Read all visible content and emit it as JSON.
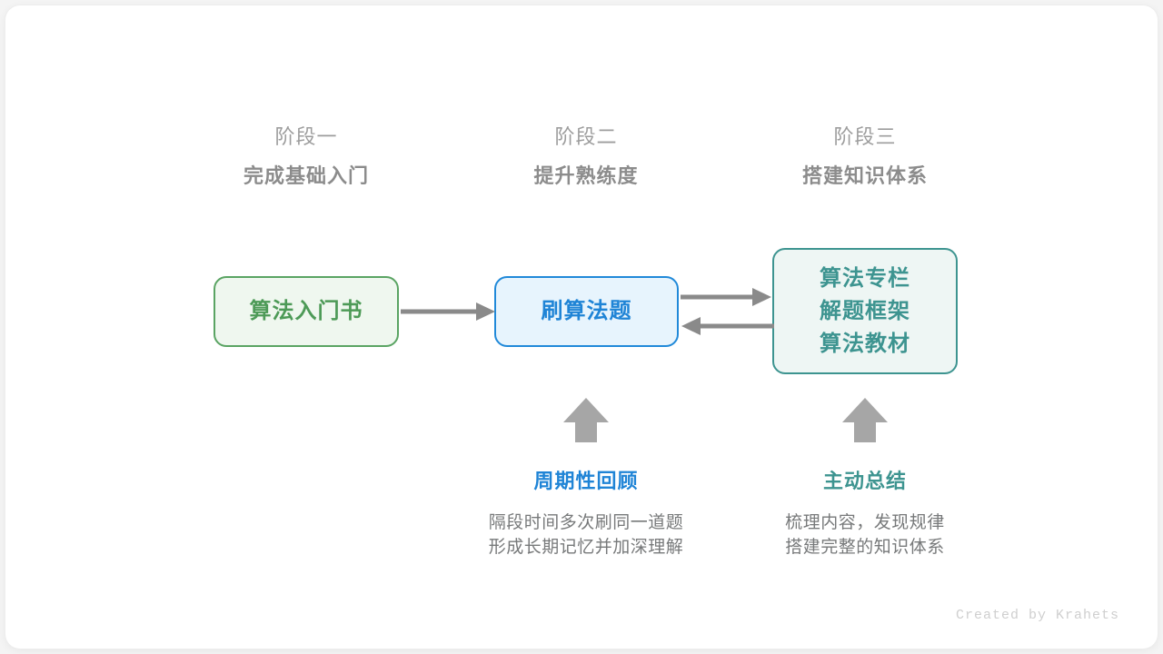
{
  "page": {
    "background": "#f4f4f4",
    "card_background": "#ffffff",
    "credit": "Created by Krahets"
  },
  "colors": {
    "green": "#4d9a57",
    "green_border": "#5aa463",
    "green_fill": "#eff7ef",
    "blue": "#1f84d6",
    "blue_border": "#2089d9",
    "blue_fill": "#e7f4fd",
    "teal": "#3d9490",
    "teal_border": "#3d9490",
    "teal_fill": "#eef6f4",
    "arrow_gray": "#8a8a8a",
    "header_gray": "#9d9d9d",
    "title_gray": "#8c8c8c",
    "body_gray": "#77797a"
  },
  "stages": [
    {
      "label": "阶段一",
      "title": "完成基础入门"
    },
    {
      "label": "阶段二",
      "title": "提升熟练度"
    },
    {
      "label": "阶段三",
      "title": "搭建知识体系"
    }
  ],
  "boxes": {
    "stage1": {
      "lines": [
        "算法入门书"
      ]
    },
    "stage2": {
      "lines": [
        "刷算法题"
      ]
    },
    "stage3": {
      "lines": [
        "算法专栏",
        "解题框架",
        "算法教材"
      ]
    }
  },
  "notes": [
    {
      "title": "周期性回顾",
      "line1": "隔段时间多次刷同一道题",
      "line2": "形成长期记忆并加深理解",
      "arrow": "up-arrow-icon"
    },
    {
      "title": "主动总结",
      "line1": "梳理内容，发现规律",
      "line2": "搭建完整的知识体系",
      "arrow": "up-arrow-icon"
    }
  ],
  "connections": [
    {
      "name": "book-to-practice",
      "direction": "right"
    },
    {
      "name": "practice-to-resources",
      "direction": "right"
    },
    {
      "name": "resources-to-practice",
      "direction": "left"
    }
  ]
}
